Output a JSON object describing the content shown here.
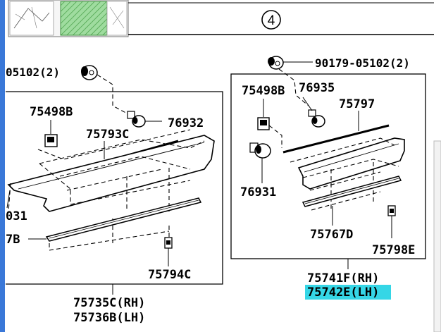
{
  "section_number": "4",
  "left_assembly": {
    "labels": {
      "clip_partial": "05102(2)",
      "p75498B": "75498B",
      "p75793C": "75793C",
      "p76932": "76932",
      "p_031": "031",
      "p_7B": "7B",
      "p75794C": "75794C"
    },
    "assembly_rh": "75735C(RH)",
    "assembly_lh": "75736B(LH)"
  },
  "right_assembly": {
    "labels": {
      "clip": "90179-05102(2)",
      "p75498B": "75498B",
      "p76935": "76935",
      "p75797": "75797",
      "p76931": "76931",
      "p75767D": "75767D",
      "p75798E": "75798E"
    },
    "assembly_rh": "75741F(RH)",
    "assembly_lh": "75742E(LH)"
  },
  "colors": {
    "highlight": "#35d6e6",
    "left_stripe": "#3a78d8",
    "thumbnail_green": "#7ccf7c"
  }
}
